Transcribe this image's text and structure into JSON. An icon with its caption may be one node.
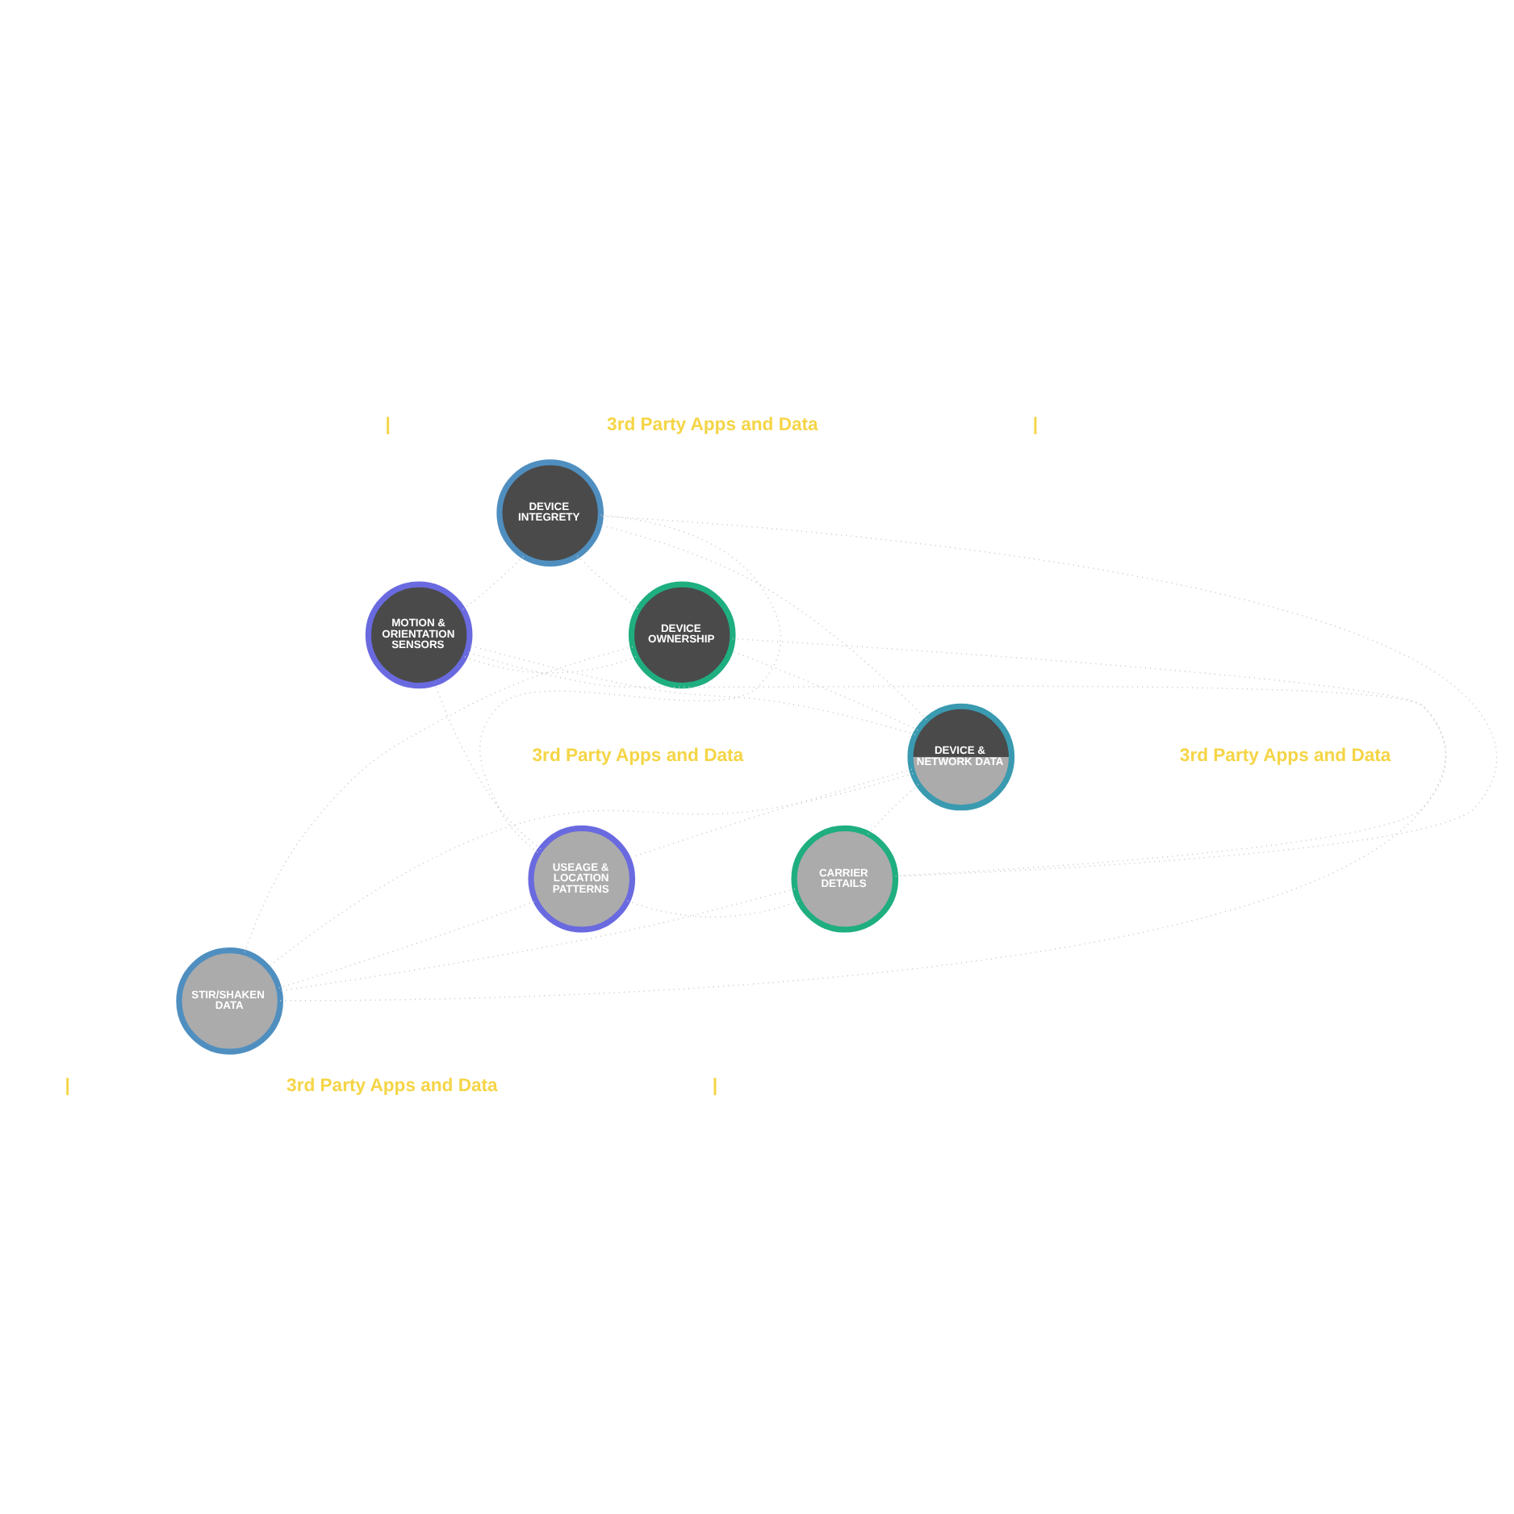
{
  "diagram": {
    "nodes": [
      {
        "text": [
          "DEVICE INTEGRETY"
        ]
      },
      {
        "text": [
          "MOTION & ORIENTATION SENSORS"
        ]
      },
      {
        "text": [
          "DEVICE OWNERSHIP"
        ]
      },
      {
        "text": [
          "DEVICE & NETWORK DATA"
        ]
      },
      {
        "text": [
          "USEAGE & LOCATION PATTERNS"
        ]
      },
      {
        "text": [
          "CARRIER DETAILS"
        ]
      },
      {
        "text": [
          "STIR/SHAKEN DATA"
        ]
      }
    ],
    "edges": [
      {
        "from": 0,
        "to": 2,
        "arrow": "none"
      },
      {
        "from": 2,
        "to": 5,
        "arrow": "none"
      },
      {
        "from": 5,
        "to": 6,
        "arrow": "none"
      },
      {
        "from": 6,
        "to": 4,
        "arrow": "none"
      },
      {
        "from": 4,
        "to": 1,
        "arrow": "none"
      },
      {
        "from": 1,
        "to": 0,
        "arrow": "none"
      },
      {
        "from": 0,
        "to": 4,
        "arrow": "none"
      },
      {
        "from": 4,
        "to": 5,
        "arrow": "none"
      },
      {
        "from": 5,
        "to": 0,
        "arrow": "none"
      },
      {
        "from": 1,
        "to": 2,
        "arrow": "none"
      },
      {
        "from": 2,
        "to": 6,
        "arrow": "none"
      },
      {
        "from": 6,
        "to": 1,
        "arrow": "none"
      },
      {
        "from": 3,
        "to": 0,
        "arrow": "none"
      },
      {
        "from": 3,
        "to": 1,
        "arrow": "none"
      },
      {
        "from": 3,
        "to": 2,
        "arrow": "none"
      },
      {
        "from": 3,
        "to": 4,
        "arrow": "none"
      },
      {
        "from": 3,
        "to": 5,
        "arrow": "none"
      },
      {
        "from": 3,
        "to": 6,
        "arrow": "none"
      }
    ],
    "labels": [
      "3rd Party Apps and Data",
      "|",
      "3rd Party Apps and Data",
      "|",
      "3rd Party Apps and Data",
      "|",
      "3rd Party Apps and Data",
      "|"
    ]
  }
}
